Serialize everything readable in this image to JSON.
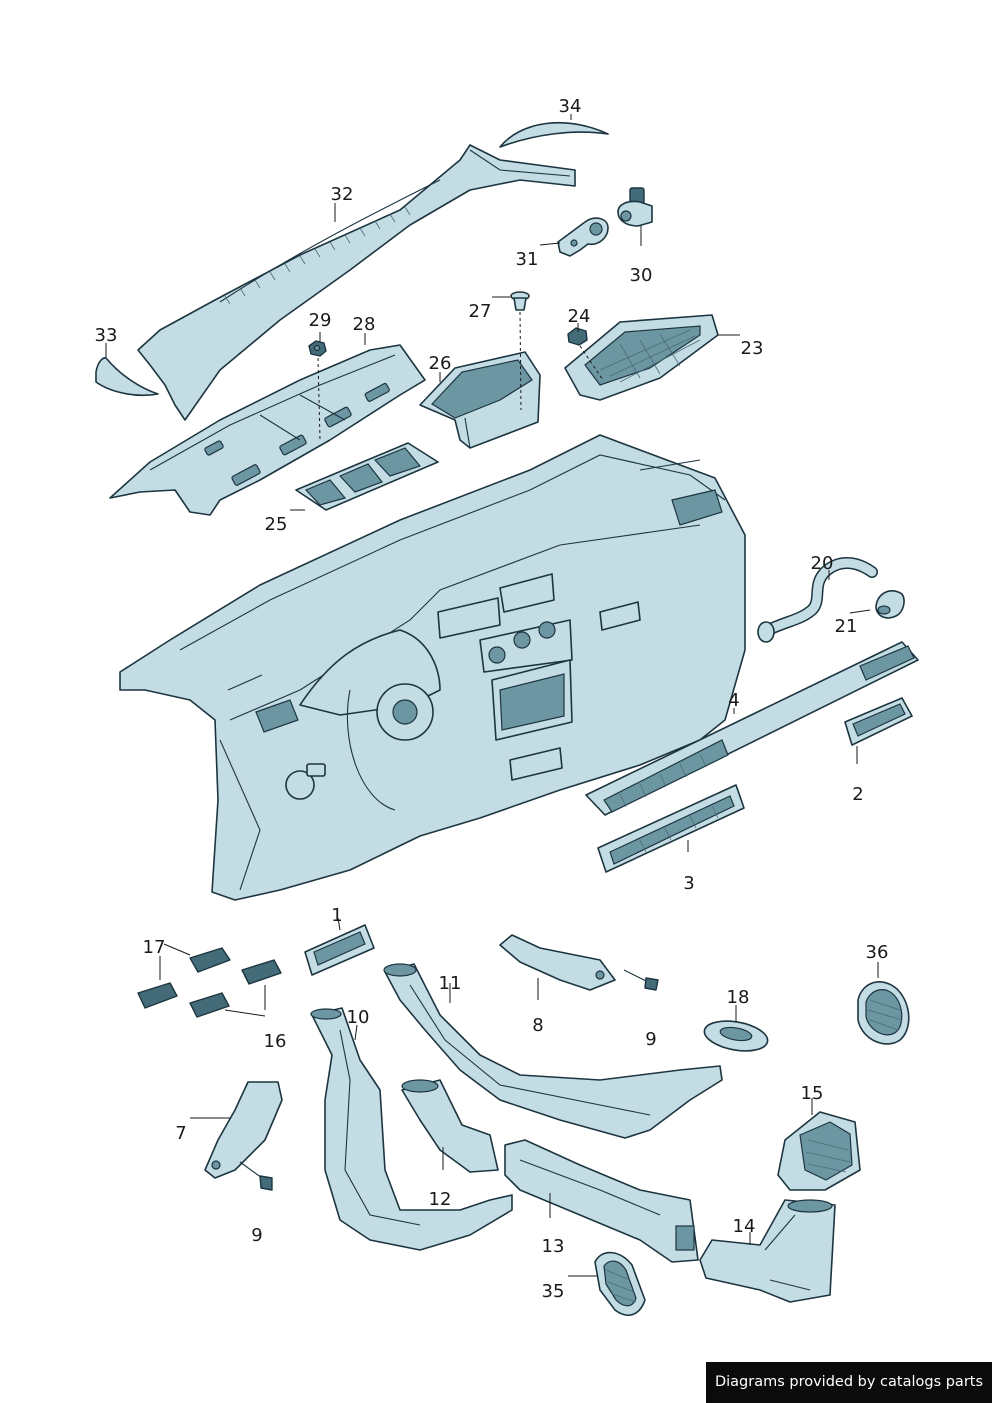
{
  "callouts": [
    {
      "id": "c34",
      "label": "34"
    },
    {
      "id": "c32",
      "label": "32"
    },
    {
      "id": "c31",
      "label": "31"
    },
    {
      "id": "c30",
      "label": "30"
    },
    {
      "id": "c33",
      "label": "33"
    },
    {
      "id": "c29",
      "label": "29"
    },
    {
      "id": "c28",
      "label": "28"
    },
    {
      "id": "c27",
      "label": "27"
    },
    {
      "id": "c24",
      "label": "24"
    },
    {
      "id": "c23",
      "label": "23"
    },
    {
      "id": "c26",
      "label": "26"
    },
    {
      "id": "c25",
      "label": "25"
    },
    {
      "id": "c20",
      "label": "20"
    },
    {
      "id": "c21",
      "label": "21"
    },
    {
      "id": "c4",
      "label": "4"
    },
    {
      "id": "c2",
      "label": "2"
    },
    {
      "id": "c3",
      "label": "3"
    },
    {
      "id": "c1",
      "label": "1"
    },
    {
      "id": "c17",
      "label": "17"
    },
    {
      "id": "c16",
      "label": "16"
    },
    {
      "id": "c11",
      "label": "11"
    },
    {
      "id": "c8",
      "label": "8"
    },
    {
      "id": "c9a",
      "label": "9"
    },
    {
      "id": "c36",
      "label": "36"
    },
    {
      "id": "c18",
      "label": "18"
    },
    {
      "id": "c10",
      "label": "10"
    },
    {
      "id": "c7",
      "label": "7"
    },
    {
      "id": "c9b",
      "label": "9"
    },
    {
      "id": "c12",
      "label": "12"
    },
    {
      "id": "c15",
      "label": "15"
    },
    {
      "id": "c13",
      "label": "13"
    },
    {
      "id": "c14",
      "label": "14"
    },
    {
      "id": "c35",
      "label": "35"
    }
  ],
  "credit": "Diagrams provided by catalogs parts"
}
